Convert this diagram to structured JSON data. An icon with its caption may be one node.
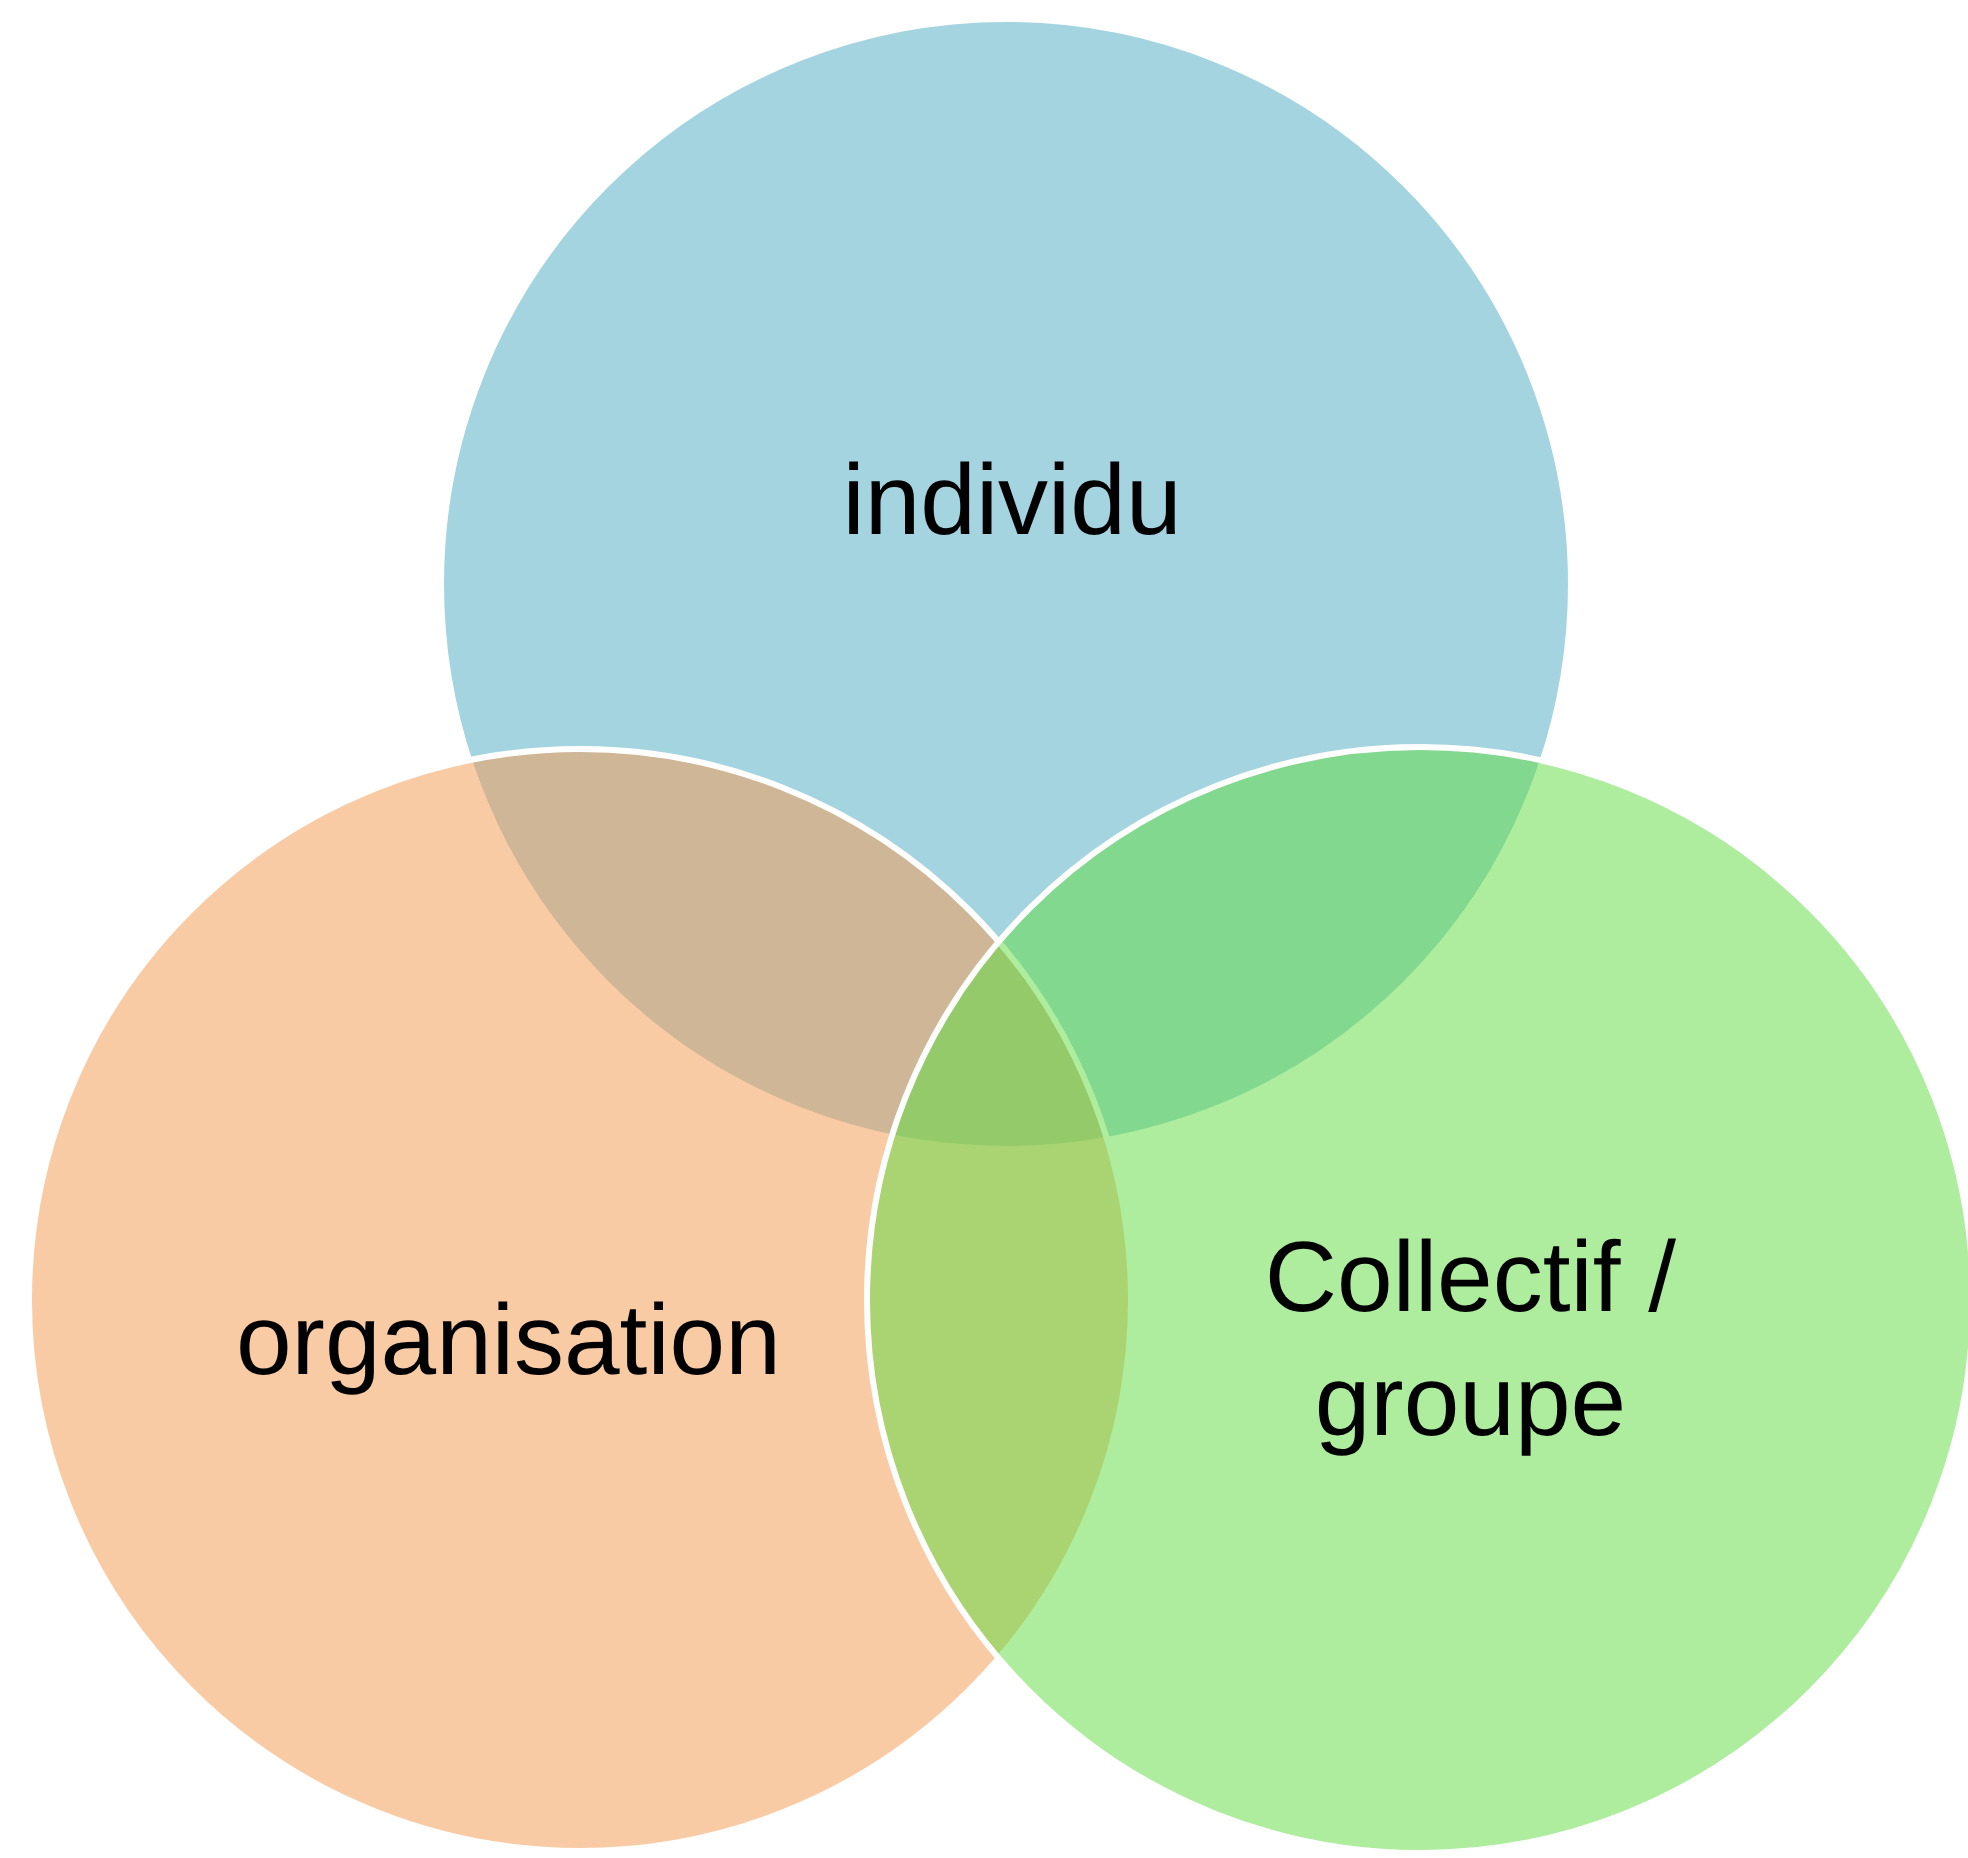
{
  "diagram": {
    "nodes": [
      {
        "text": [
          "individu"
        ]
      },
      {
        "text": [
          "organisation"
        ]
      },
      {
        "text": [
          "Collectif / groupe"
        ]
      }
    ]
  }
}
